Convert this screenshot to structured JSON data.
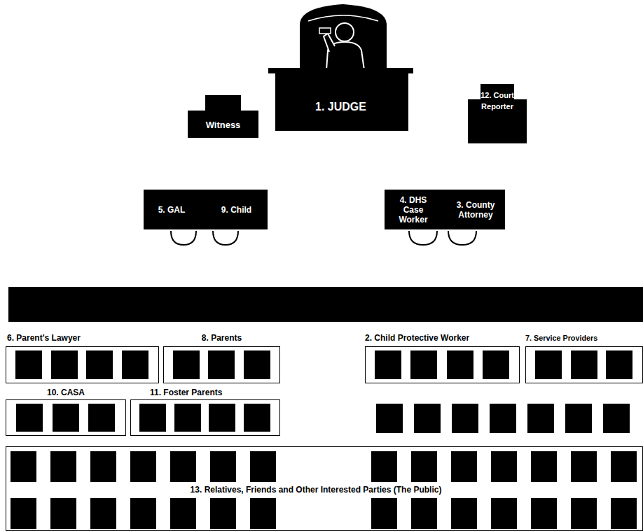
{
  "diagram": {
    "nodes": [
      {
        "text": [
          "1. JUDGE"
        ]
      },
      {
        "text": [
          "Witness"
        ]
      },
      {
        "text": [
          "12. Court Reporter"
        ]
      },
      {
        "text": [
          "5. GAL",
          "9. Child"
        ]
      },
      {
        "text": [
          "4. DHS Case Worker",
          "3. County Attorney"
        ]
      },
      {
        "text": [
          "6. Parent's Lawyer"
        ]
      },
      {
        "text": [
          "8. Parents"
        ]
      },
      {
        "text": [
          "2. Child Protective Worker"
        ]
      },
      {
        "text": [
          "7. Service Providers"
        ]
      },
      {
        "text": [
          "10. CASA"
        ]
      },
      {
        "text": [
          "11. Foster Parents"
        ]
      },
      {
        "text": [
          "13. Relatives, Friends and Other Interested Parties (The Public)"
        ]
      }
    ]
  }
}
